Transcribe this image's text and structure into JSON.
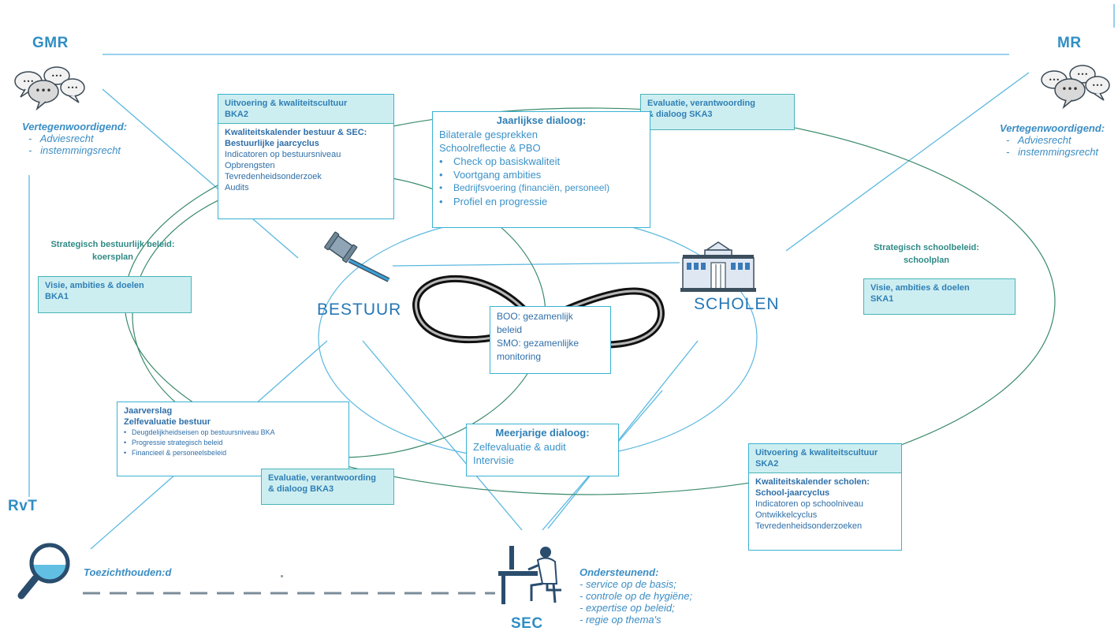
{
  "gmr": {
    "title": "GMR",
    "heading": "Vertegenwoordigend:",
    "items": [
      "Adviesrecht",
      "instemmingsrecht"
    ]
  },
  "mr": {
    "title": "MR",
    "heading": "Vertegenwoordigend:",
    "items": [
      "Adviesrecht",
      "instemmingsrecht"
    ]
  },
  "rvt": {
    "title": "RvT",
    "caption": "Toezichthouden:d"
  },
  "sec": {
    "title": "SEC",
    "heading": "Ondersteunend:",
    "items": [
      "- service op de basis;",
      "- controle op de hygiëne;",
      "- expertise op beleid;",
      "- regie op thema's"
    ]
  },
  "bestuur": {
    "title": "BESTUUR"
  },
  "scholen": {
    "title": "SCHOLEN"
  },
  "left_strategy": {
    "line1": "Strategisch bestuurlijk beleid:",
    "line2": "koersplan"
  },
  "right_strategy": {
    "line1": "Strategisch schoolbeleid:",
    "line2": "schoolplan"
  },
  "bka2": {
    "header_line1": "Uitvoering & kwaliteitscultuur",
    "header_line2": "BKA2",
    "body_title1": "Kwaliteitskalender bestuur & SEC:",
    "body_title2": "Bestuurlijke jaarcyclus",
    "items": [
      "Indicatoren op bestuursniveau",
      "Opbrengsten",
      "Tevredenheidsonderzoek",
      "Audits"
    ]
  },
  "ska3": {
    "line1": "Evaluatie, verantwoording",
    "line2": "& dialoog SKA3"
  },
  "jaarlijkse": {
    "title": "Jaarlijkse dialoog:",
    "lines": [
      "Bilaterale gesprekken",
      "Schoolreflectie & PBO"
    ],
    "bullets": [
      "Check op basiskwaliteit",
      "Voortgang ambities",
      "Bedrijfsvoering (financiën, personeel)",
      "Profiel en progressie"
    ]
  },
  "bka1": {
    "line1": "Visie, ambities & doelen",
    "line2": "BKA1"
  },
  "ska1": {
    "line1": "Visie, ambities & doelen",
    "line2": "SKA1"
  },
  "boo": {
    "lines": [
      "BOO: gezamenlijk",
      "beleid",
      "SMO: gezamenlijke",
      "monitoring"
    ]
  },
  "jaarverslag": {
    "title1": "Jaarverslag",
    "title2": "Zelfevaluatie bestuur",
    "bullets": [
      "Deugdelijkheidseisen op bestuursniveau BKA",
      "Progressie strategisch beleid",
      "Financieel & personeelsbeleid"
    ]
  },
  "bka3": {
    "line1": "Evaluatie, verantwoording",
    "line2": "& dialoog BKA3"
  },
  "meerjarige": {
    "title": "Meerjarige dialoog:",
    "lines": [
      "Zelfevaluatie & audit",
      "Intervisie"
    ]
  },
  "ska2": {
    "header_line1": "Uitvoering & kwaliteitscultuur",
    "header_line2": "SKA2",
    "body_title1": "Kwaliteitskalender scholen:",
    "body_title2": "School-jaarcyclus",
    "items": [
      "Indicatoren op schoolniveau",
      "Ontwikkelcyclus",
      "Tevredenheidsonderzoeken"
    ]
  },
  "colors": {
    "line": "#5bb8e0",
    "ellipse": "#3a8a6a",
    "title": "#2f8ec4",
    "teal_box": "#cdeef1"
  }
}
